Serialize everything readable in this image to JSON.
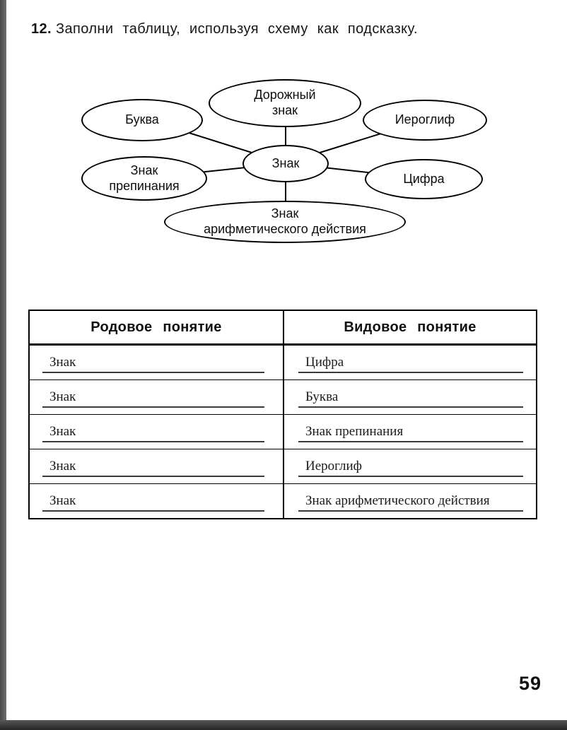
{
  "page": {
    "task_number": "12.",
    "task_text": "Заполни таблицу, используя схему как подсказку.",
    "page_number": "59"
  },
  "diagram": {
    "center_label": "Знак",
    "nodes": [
      {
        "id": "road-sign",
        "lines": [
          "Дорожный",
          "знак"
        ]
      },
      {
        "id": "letter",
        "lines": [
          "Буква"
        ]
      },
      {
        "id": "hieroglyph",
        "lines": [
          "Иероглиф"
        ]
      },
      {
        "id": "punctuation",
        "lines": [
          "Знак",
          "препинания"
        ]
      },
      {
        "id": "digit",
        "lines": [
          "Цифра"
        ]
      },
      {
        "id": "arithmetic",
        "lines": [
          "Знак",
          "арифметического действия"
        ]
      }
    ]
  },
  "table": {
    "headers": [
      "Родовое  понятие",
      "Видовое  понятие"
    ],
    "rows": [
      {
        "generic": "Знак",
        "specific": "Цифра"
      },
      {
        "generic": "Знак",
        "specific": "Буква"
      },
      {
        "generic": "Знак",
        "specific": "Знак препинания"
      },
      {
        "generic": "Знак",
        "specific": "Иероглиф"
      },
      {
        "generic": "Знак",
        "specific": "Знак арифметического действия"
      }
    ]
  }
}
